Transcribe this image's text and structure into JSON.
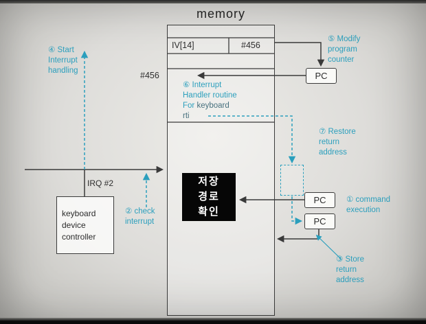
{
  "colors": {
    "teal": "#2b9fbd",
    "ink": "#333333",
    "overlay_black": "#060606"
  },
  "title": "memory",
  "memory": {
    "iv_label": "IV[14]",
    "iv_value": "#456",
    "handler_address": "#456",
    "handler": {
      "line1": "⑥ Interrupt",
      "line2": "Handler routine",
      "for_prefix": "For ",
      "keyboard": "keyboard",
      "rti": "rti"
    },
    "overlay": {
      "line1": "저장",
      "line2": "경로",
      "line3": "확인"
    }
  },
  "registers": {
    "pc1": "PC",
    "pc2": "PC",
    "pc3": "PC"
  },
  "keyboard_controller": {
    "line1": "keyboard",
    "line2": "device",
    "line3": "controller",
    "irq": "IRQ #2"
  },
  "annotations": {
    "modify_pc": "⑤ Modify\nprogram\ncounter",
    "start_interrupt": "④ Start\nInterrupt\nhandling",
    "restore_return": "⑦ Restore\nreturn\naddress",
    "command_execution": "① command\nexecution",
    "store_return": "③ Store\nreturn\naddress",
    "check_interrupt": "② check\ninterrupt"
  }
}
